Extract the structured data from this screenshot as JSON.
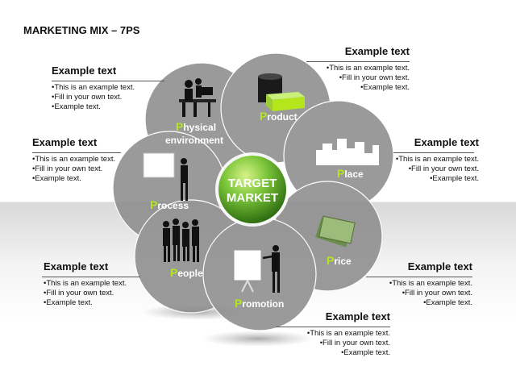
{
  "title": "MARKETING MIX – 7PS",
  "center": {
    "line1": "TARGET",
    "line2": "MARKET"
  },
  "petals": [
    {
      "id": "physical",
      "first": "P",
      "rest": "hysical",
      "line2": "environment"
    },
    {
      "id": "product",
      "first": "P",
      "rest": "roduct"
    },
    {
      "id": "place",
      "first": "P",
      "rest": "lace"
    },
    {
      "id": "price",
      "first": "P",
      "rest": "rice"
    },
    {
      "id": "promotion",
      "first": "P",
      "rest": "romotion"
    },
    {
      "id": "people",
      "first": "P",
      "rest": "eople"
    },
    {
      "id": "process",
      "first": "P",
      "rest": "rocess"
    }
  ],
  "callouts": {
    "heading": "Example text",
    "bullets": [
      "•This is an example text.",
      "•Fill in your own text.",
      "•Example text."
    ]
  },
  "colors": {
    "accent": "#b5e61d",
    "petal": "#8c8c8c",
    "center": "#5ca82a"
  }
}
